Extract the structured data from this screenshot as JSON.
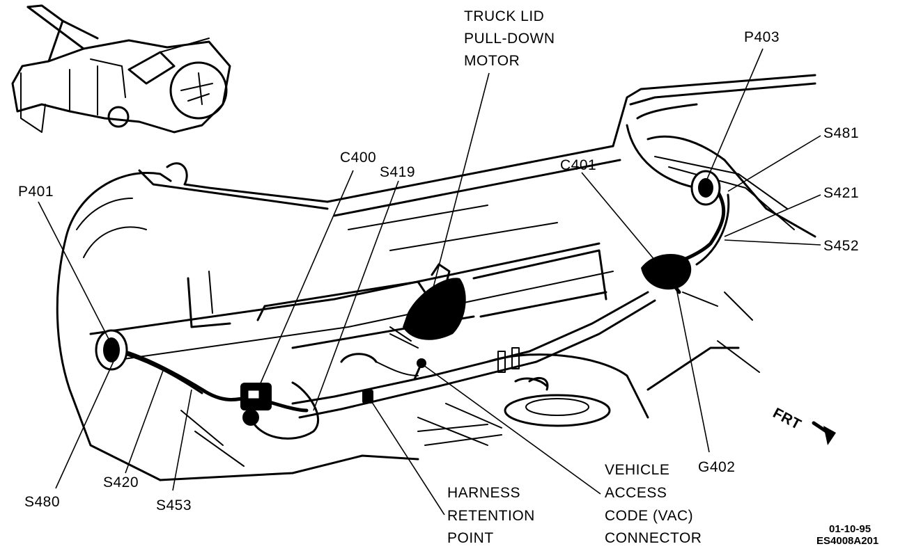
{
  "labels": {
    "truck_lid_motor": [
      "TRUCK LID",
      "PULL-DOWN",
      "MOTOR"
    ],
    "p403": "P403",
    "s481": "S481",
    "s421": "S421",
    "s452": "S452",
    "c401": "C401",
    "c400": "C400",
    "s419": "S419",
    "p401": "P401",
    "s480": "S480",
    "s420": "S420",
    "s453": "S453",
    "harness_retention": [
      "HARNESS",
      "RETENTION",
      "POINT"
    ],
    "vac_connector": [
      "VEHICLE",
      "ACCESS",
      "CODE (VAC)",
      "CONNECTOR"
    ],
    "g402": "G402",
    "frt": "FRT"
  },
  "figure_code": [
    "01-10-95",
    "ES4008A201"
  ]
}
